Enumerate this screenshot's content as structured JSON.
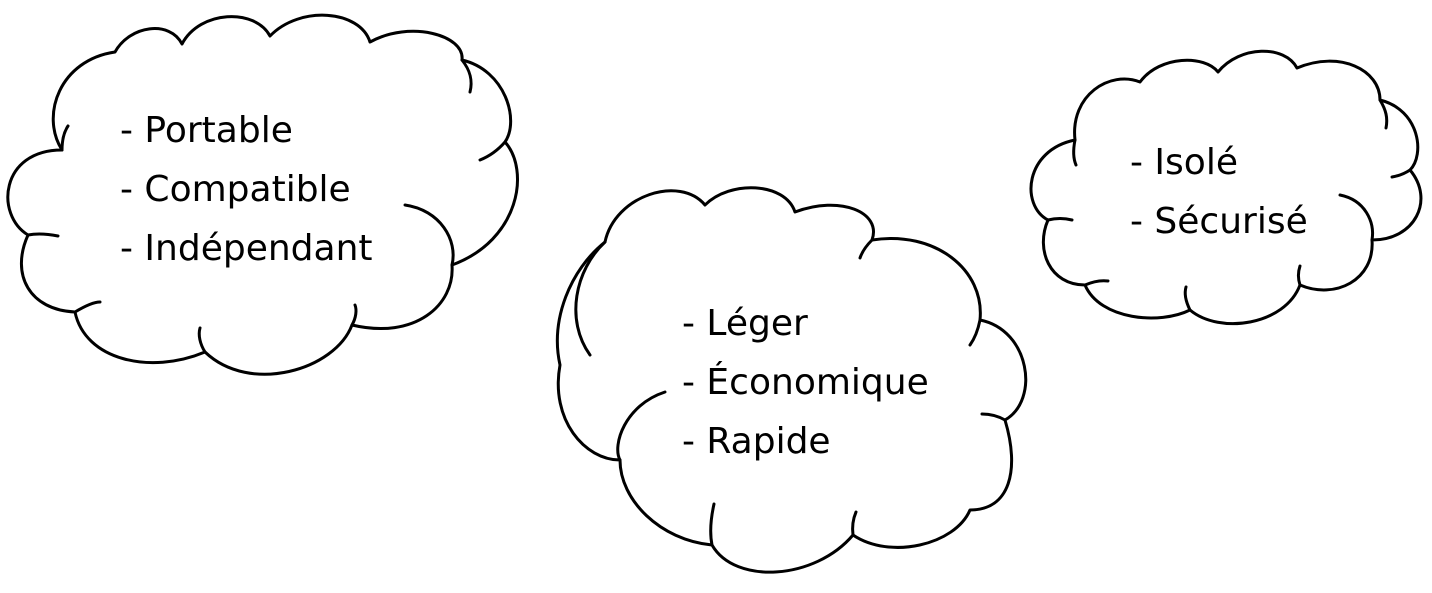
{
  "clouds": [
    {
      "id": "left",
      "items": [
        "- Portable",
        "- Compatible",
        "- Indépendant"
      ]
    },
    {
      "id": "center",
      "items": [
        "- Léger",
        "- Économique",
        "- Rapide"
      ]
    },
    {
      "id": "right",
      "items": [
        "- Isolé",
        "- Sécurisé"
      ]
    }
  ],
  "colors": {
    "stroke": "#000000",
    "fill": "#ffffff",
    "text": "#000000"
  }
}
